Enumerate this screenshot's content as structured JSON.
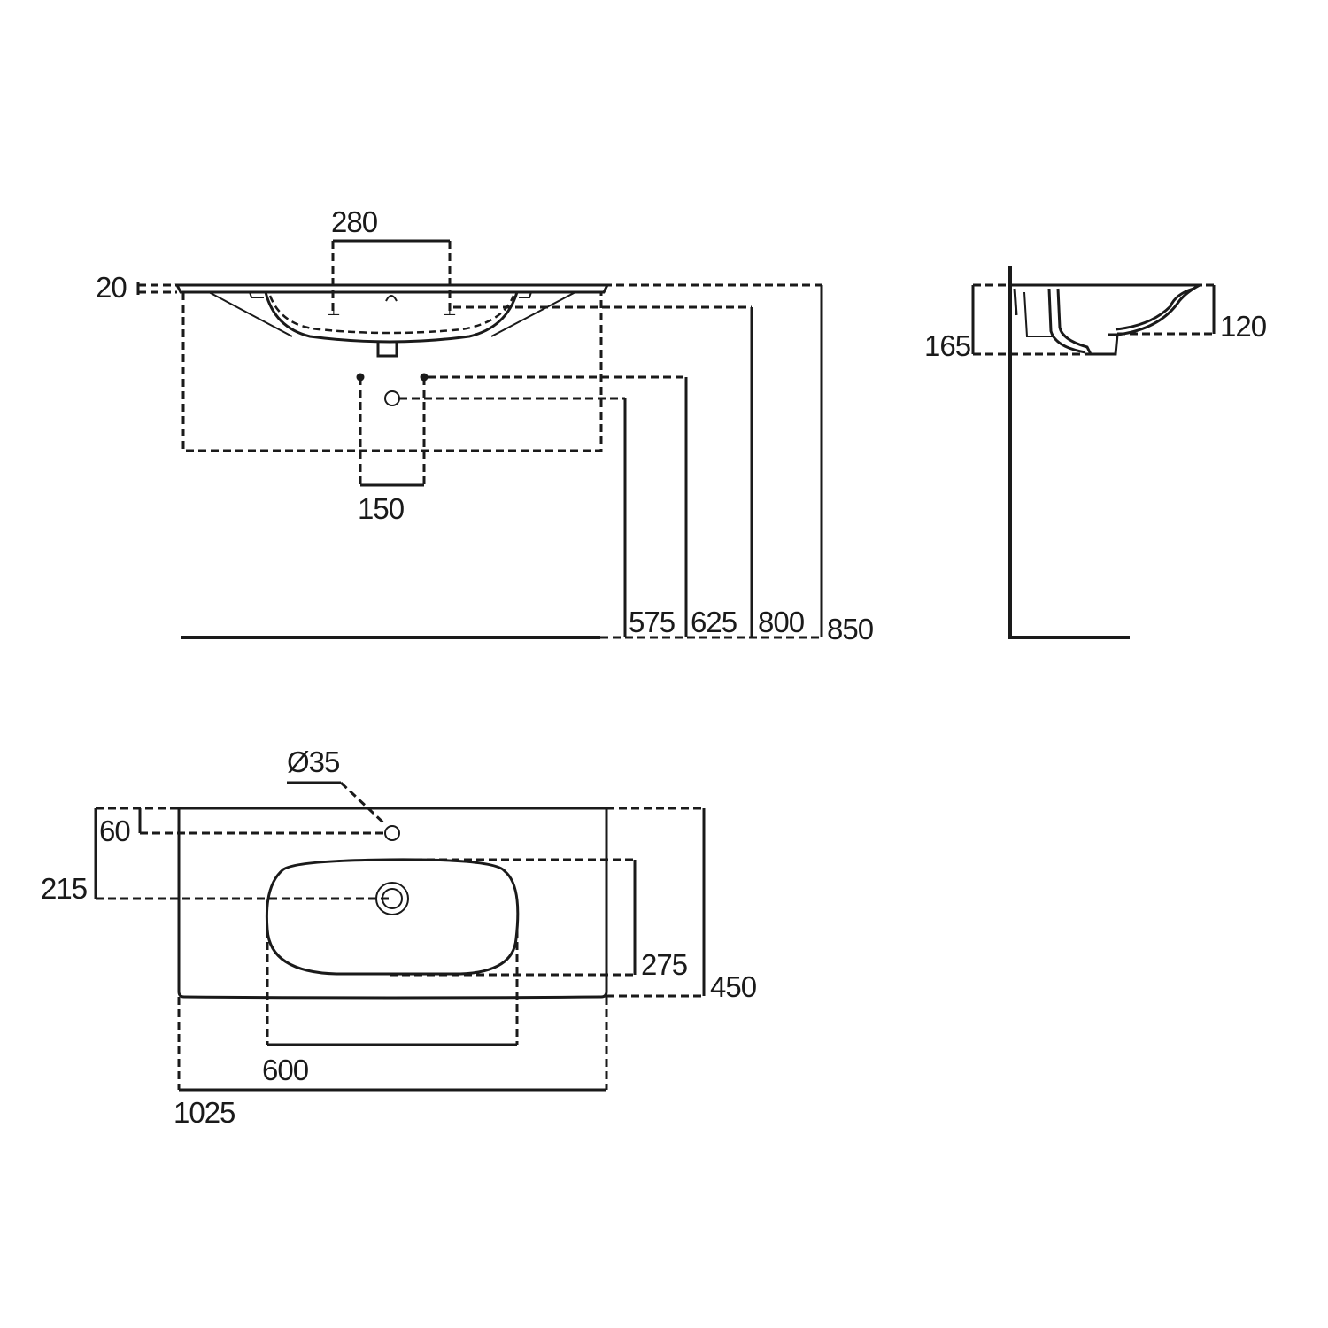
{
  "drawing": {
    "front_view": {
      "dimensions": {
        "tap_hole_spacing": "280",
        "rim_thickness": "20",
        "waste_spacing": "150",
        "waste_height": "575",
        "supply_height": "625",
        "tap_height": "800",
        "rim_height": "850"
      }
    },
    "side_view": {
      "dimensions": {
        "overall_depth": "165",
        "bowl_depth": "120"
      }
    },
    "plan_view": {
      "dimensions": {
        "tap_hole_diameter": "Ø35",
        "tap_hole_offset": "60",
        "waste_offset": "215",
        "bowl_depth": "275",
        "overall_depth": "450",
        "bowl_width": "600",
        "overall_width": "1025"
      }
    },
    "colors": {
      "line": "#1a1a1a",
      "background": "#ffffff"
    }
  }
}
